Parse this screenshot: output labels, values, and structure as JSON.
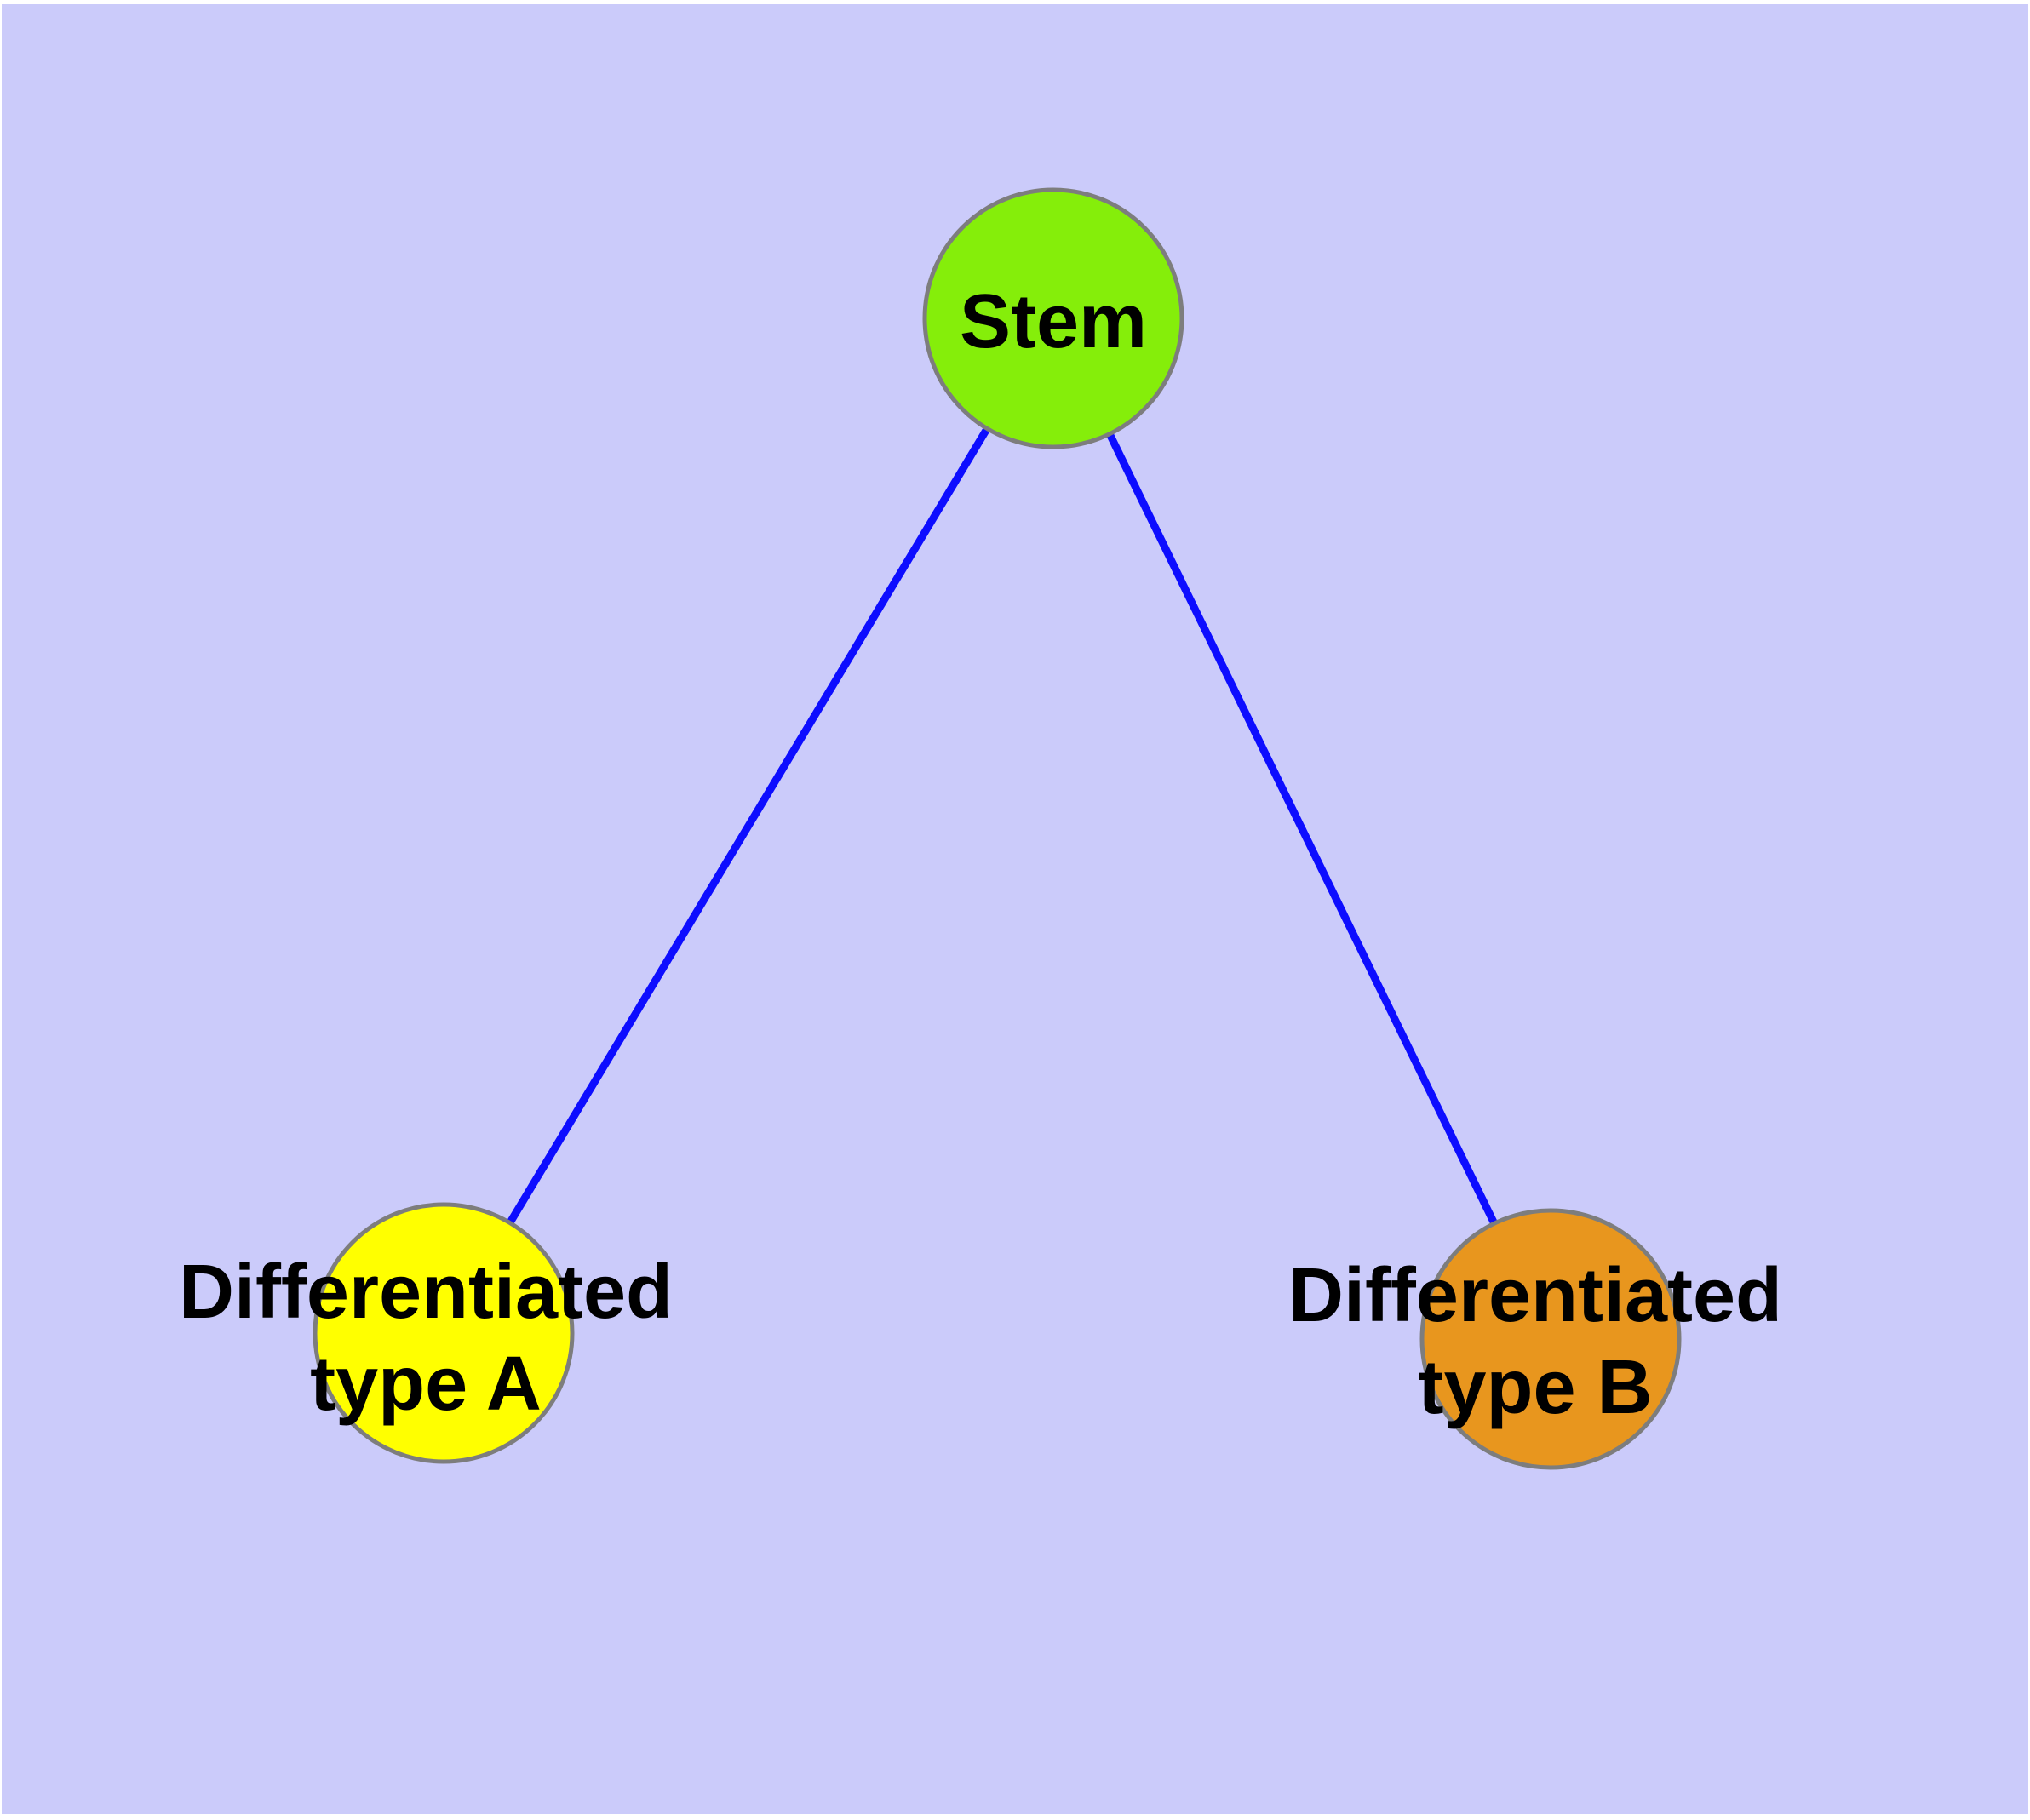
{
  "diagram": {
    "description_visible_text_only": "",
    "theme": {
      "page_margin_color": "#ffffff",
      "background": "#cbcbfa",
      "edge_color": "#0d0dff",
      "node_border_color": "#7d7d7d",
      "label_color": "#000000"
    },
    "nodes": [
      {
        "id": "stem",
        "label": "Stem",
        "lines": [
          "Stem"
        ],
        "fill": "#85ee0a"
      },
      {
        "id": "differentiated-type-a",
        "label": "Differentiated type A",
        "lines": [
          "Differentiated",
          "type A"
        ],
        "fill": "#ffff00"
      },
      {
        "id": "differentiated-type-b",
        "label": "Differentiated type B",
        "lines": [
          "Differentiated",
          "type B"
        ],
        "fill": "#e8961e"
      }
    ],
    "edges": [
      {
        "from": "Stem",
        "to": "Differentiated type A"
      },
      {
        "from": "Stem",
        "to": "Differentiated type B"
      }
    ]
  }
}
